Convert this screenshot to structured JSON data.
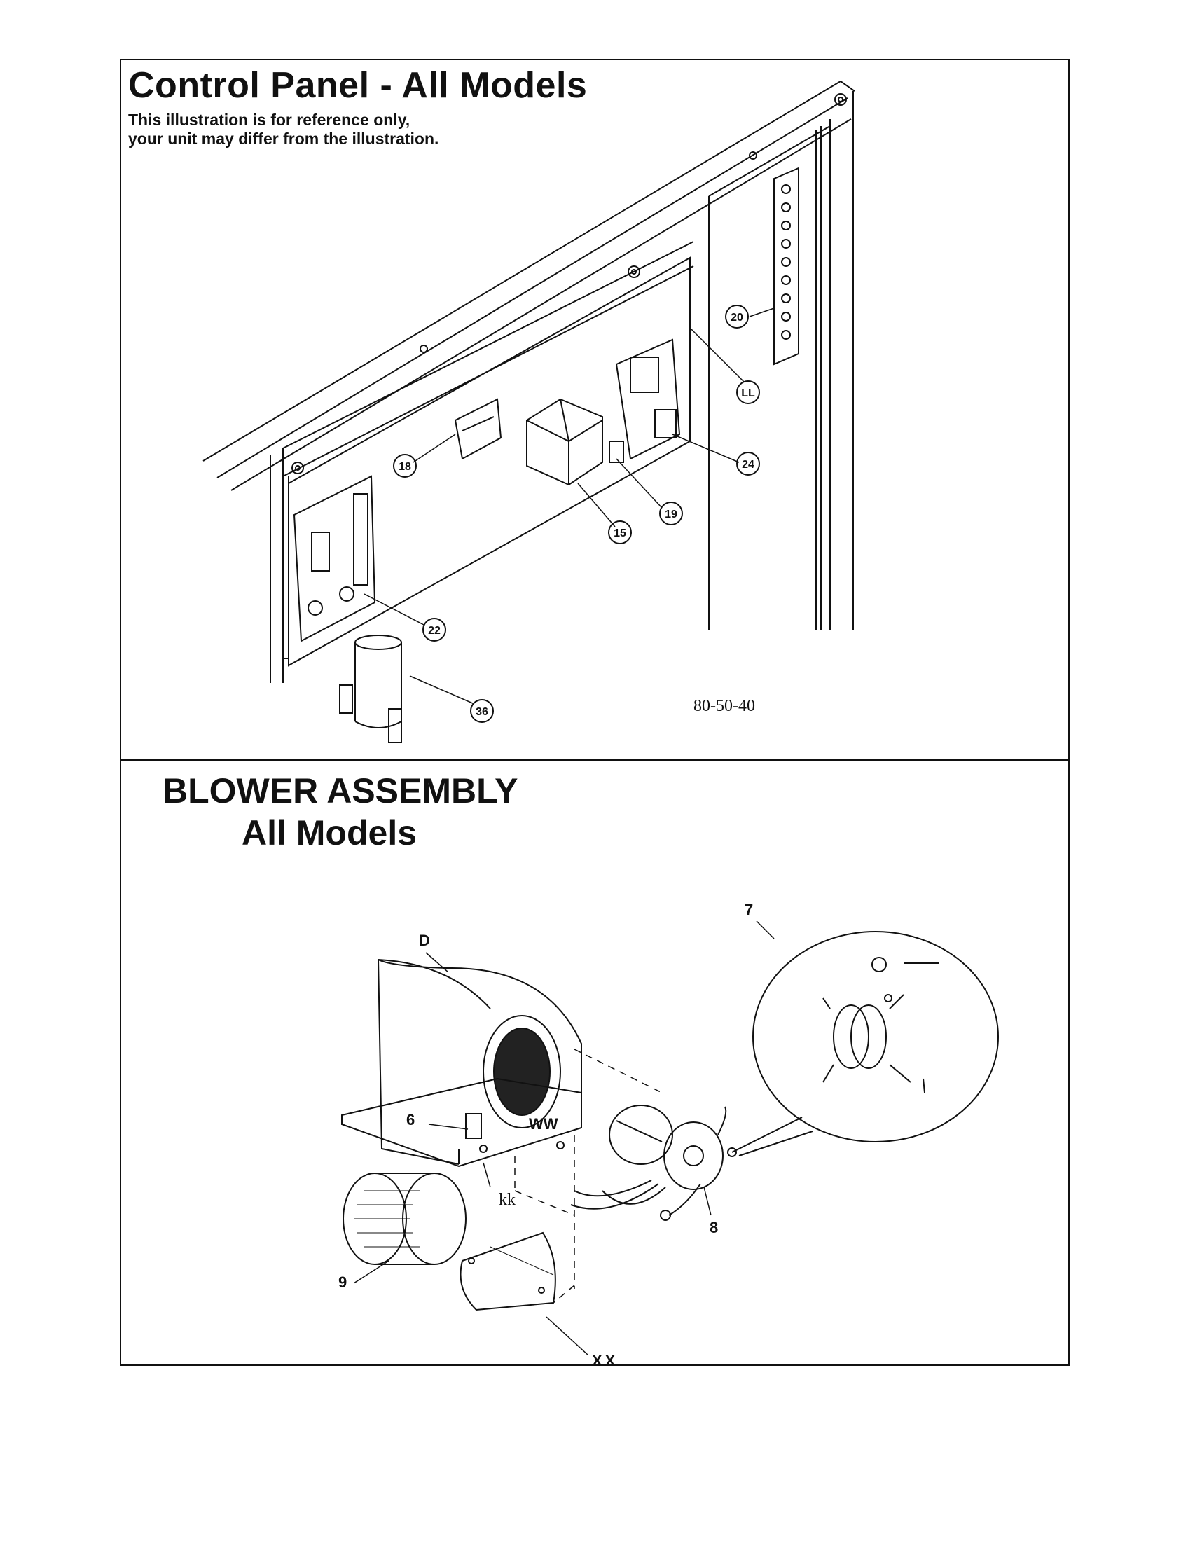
{
  "control_panel": {
    "title": "Control Panel - All Models",
    "note_line1": "This illustration is for reference only,",
    "note_line2": "your unit may differ from the illustration.",
    "callouts": [
      "20",
      "LL",
      "24",
      "18",
      "19",
      "15",
      "22",
      "36"
    ],
    "drawing_code": "80-50-40"
  },
  "blower_assembly": {
    "title_line1": "BLOWER ASSEMBLY",
    "title_line2": "All Models",
    "labels": [
      "D",
      "7",
      "6",
      "WW",
      "kk",
      "8",
      "9",
      "XX"
    ]
  }
}
